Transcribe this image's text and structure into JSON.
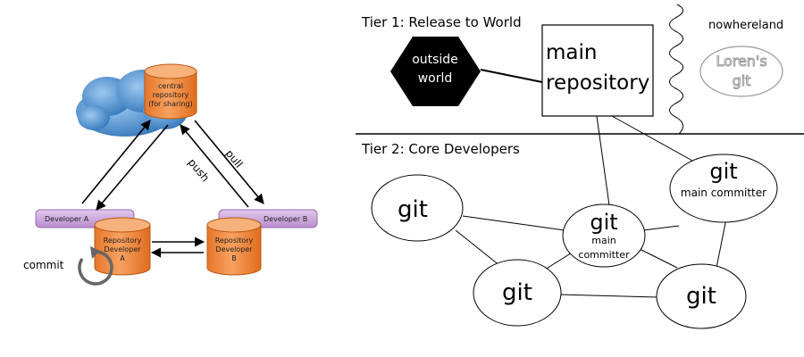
{
  "left": {
    "central_repo": [
      "central",
      "repository",
      "(for sharing)"
    ],
    "developer_a_label": "Developer A",
    "developer_b_label": "Developer B",
    "repo_a": [
      "Repository",
      "Developer",
      "A"
    ],
    "repo_b": [
      "Repository",
      "Developer",
      "B"
    ],
    "pull": "pull",
    "push": "push",
    "commit": "commit",
    "colors": {
      "orange": "#f08a3c",
      "cloud": "#4a8fd0",
      "purple": "#c9a3d6"
    }
  },
  "right": {
    "tier1_title": "Tier 1: Release to World",
    "tier2_title": "Tier 2: Core Developers",
    "outside_world": [
      "outside",
      "world"
    ],
    "main_repo": [
      "main",
      "repository"
    ],
    "nowhereland": "nowhereland",
    "lorens_git": [
      "Loren's",
      "git"
    ],
    "git_nodes": {
      "left": "git",
      "center": "git",
      "center_sub": [
        "main",
        "committer"
      ],
      "right": "git",
      "right_sub": "main committer",
      "bottom_left": "git",
      "bottom_right": "git"
    }
  }
}
